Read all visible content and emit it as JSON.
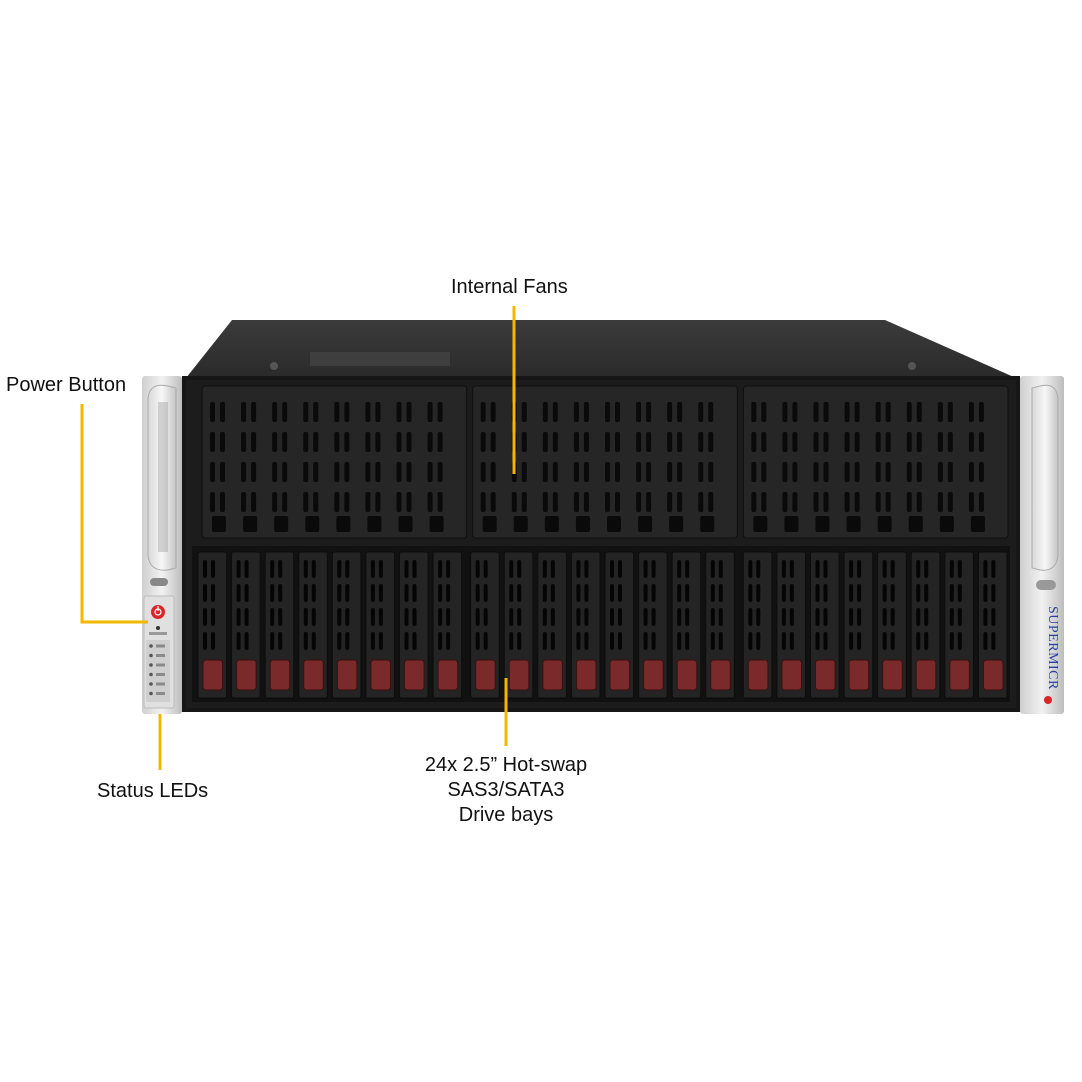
{
  "callouts": {
    "internal_fans": "Internal Fans",
    "power_button": "Power Button",
    "status_leds": "Status LEDs",
    "drive_bays": [
      "24x 2.5” Hot-swap",
      "SAS3/SATA3",
      "Drive bays"
    ]
  },
  "branding": {
    "logo_text": "SUPERMICR"
  },
  "colors": {
    "callout_line": "#f2b800",
    "chassis_dark": "#1a1a1a",
    "drive_latch": "#7a2a2a",
    "power_button": "#d9262a",
    "brand_blue": "#2a3f9d",
    "brand_dot": "#d9262a"
  },
  "counts": {
    "drive_bays": 24,
    "fan_modules": 3
  },
  "icons": [
    "power-icon",
    "status-led-icon",
    "handle-icon"
  ]
}
